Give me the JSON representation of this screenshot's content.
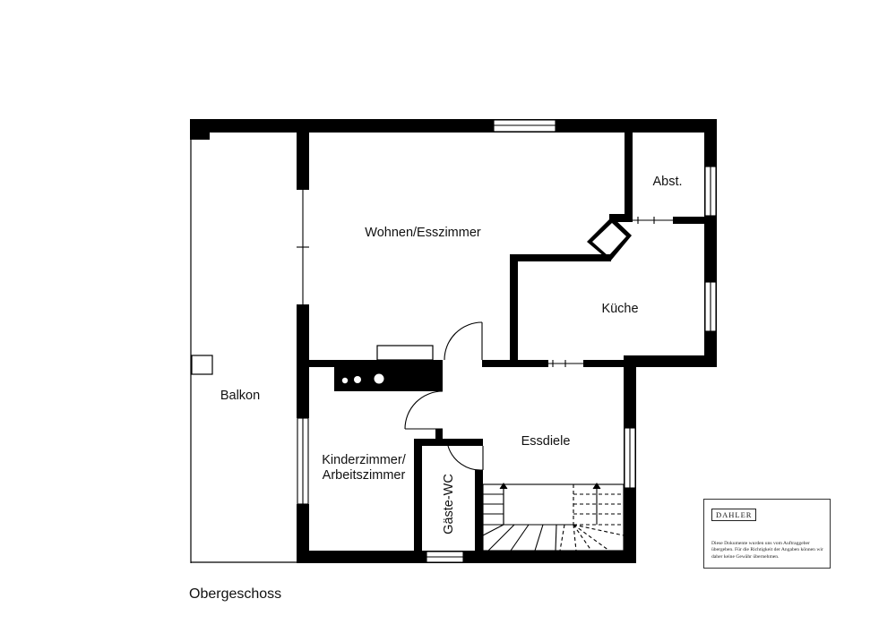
{
  "rooms": {
    "wohnen": "Wohnen/Esszimmer",
    "abst": "Abst.",
    "kueche": "Küche",
    "balkon": "Balkon",
    "essdiele": "Essdiele",
    "kinder_line1": "Kinderzimmer/",
    "kinder_line2": "Arbeitszimmer",
    "gaeste_wc": "Gäste-WC"
  },
  "floor_name": "Obergeschoss",
  "legend": {
    "logo": "DAHLER",
    "note": "Diese Dokumente wurden uns vom Auftraggeber übergeben. Für die Richtigkeit der Angaben können wir daher keine Gewähr übernehmen."
  },
  "colors": {
    "wall": "#000000",
    "line": "#000000",
    "background": "#ffffff"
  }
}
